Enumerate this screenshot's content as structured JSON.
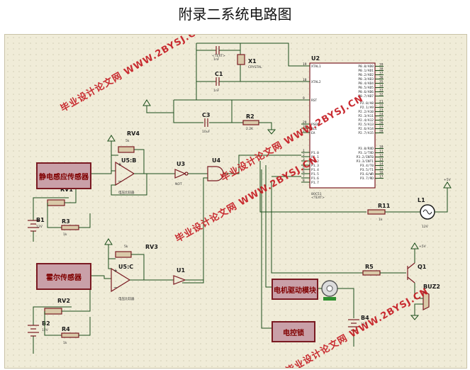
{
  "title": "附录二系统电路图",
  "watermark": "毕业设计论文网 WWW.2BYSJ.CN",
  "blocks": {
    "static_sensor": "静电感应传感器",
    "hall_sensor": "霍尔传感器",
    "motor_driver": "电机驱动模块",
    "electric_lock": "电控锁"
  },
  "labels": {
    "u2": "U2",
    "x1": "X1",
    "x1_sub": "CRYSTAL",
    "c1": "C1",
    "c2_val": "1nF",
    "c3": "C3",
    "c3_val": "10uF",
    "r2": "R2",
    "r2_val": "2.2K",
    "xtal1": "XTAL1",
    "xtal2": "XTAL2",
    "rst": "RST",
    "psen": "PSEN",
    "ale": "ALE",
    "ea": "EA",
    "chip": "80C51",
    "u5b": "U5:B",
    "u5c": "U5:C",
    "u3": "U3",
    "u4": "U4",
    "u1": "U1",
    "rv1": "RV1",
    "rv2": "RV2",
    "rv3": "RV3",
    "rv4": "RV4",
    "r3": "R3",
    "r4": "R4",
    "r5": "R5",
    "r11": "R11",
    "b1": "B1",
    "b2": "B2",
    "b4": "B4",
    "l1": "L1",
    "q1": "Q1",
    "buz2": "BUZ2",
    "v12": "12V",
    "v5": "+5V",
    "lm358": "电压比较器",
    "not": "NOT",
    "text_ref": "<TEXT>",
    "r_1k": "1k",
    "r_5k": "5k"
  },
  "pins": {
    "p0": [
      "P0.0/AD0",
      "P0.1/AD1",
      "P0.2/AD2",
      "P0.3/AD3",
      "P0.4/AD4",
      "P0.5/AD5",
      "P0.6/AD6",
      "P0.7/AD7"
    ],
    "p2": [
      "P2.0/A8",
      "P2.1/A9",
      "P2.2/A10",
      "P2.3/A11",
      "P2.4/A12",
      "P2.5/A13",
      "P2.6/A14",
      "P2.7/A15"
    ],
    "p3": [
      "P3.0/RXD",
      "P3.1/TXD",
      "P3.2/INT0",
      "P3.3/INT1",
      "P3.4/T0",
      "P3.5/T1",
      "P3.6/WR",
      "P3.7/RD"
    ],
    "p1": [
      "P1.0",
      "P1.1",
      "P1.2",
      "P1.3",
      "P1.4",
      "P1.5",
      "P1.6",
      "P1.7"
    ],
    "left_nums": [
      "19",
      "18",
      "9",
      "29",
      "30",
      "31",
      "1",
      "2",
      "3",
      "4",
      "5",
      "6",
      "7",
      "8"
    ],
    "right_nums_p0": [
      "39",
      "38",
      "37",
      "36",
      "35",
      "34",
      "33",
      "32"
    ],
    "right_nums_p2": [
      "21",
      "22",
      "23",
      "24",
      "25",
      "26",
      "27",
      "28"
    ],
    "right_nums_p3": [
      "10",
      "11",
      "12",
      "13",
      "14",
      "15",
      "16",
      "17"
    ]
  },
  "colors": {
    "wire": "#1a4d1a",
    "part": "#7a1a22",
    "chip_fill": "#ffffff",
    "accent": "#c4171e"
  }
}
